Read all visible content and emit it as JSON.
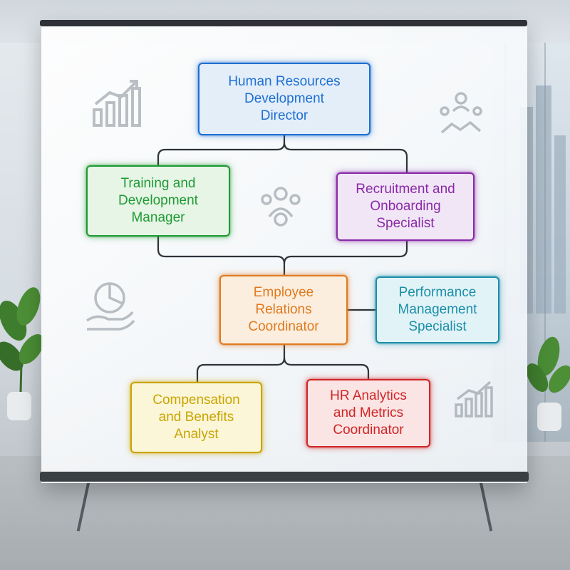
{
  "chart": {
    "nodes": {
      "director": {
        "label": "Human Resources\nDevelopment\nDirector",
        "color": "#1f6fd1",
        "bg": "#e3eef9"
      },
      "training": {
        "label": "Training and\nDevelopment\nManager",
        "color": "#1f9a33",
        "bg": "#e6f5e6"
      },
      "recruitment": {
        "label": "Recruitment and\nOnboarding\nSpecialist",
        "color": "#8a2aa8",
        "bg": "#f1e6f6"
      },
      "relations": {
        "label": "Employee\nRelations\nCoordinator",
        "color": "#e07a1f",
        "bg": "#fbeede"
      },
      "performance": {
        "label": "Performance\nManagement\nSpecialist",
        "color": "#1b8fa8",
        "bg": "#e2f3f7"
      },
      "compensation": {
        "label": "Compensation\nand Benefits\nAnalyst",
        "color": "#c9a400",
        "bg": "#fbf6d8"
      },
      "analytics": {
        "label": "HR Analytics\nand Metrics\nCoordinator",
        "color": "#d02626",
        "bg": "#fbe4e4"
      }
    },
    "line_color": "#2e3338"
  },
  "icons": [
    "bar-growth-icon",
    "team-handshake-icon",
    "team-gear-icon",
    "hand-pie-chart-icon",
    "bar-growth-icon"
  ]
}
